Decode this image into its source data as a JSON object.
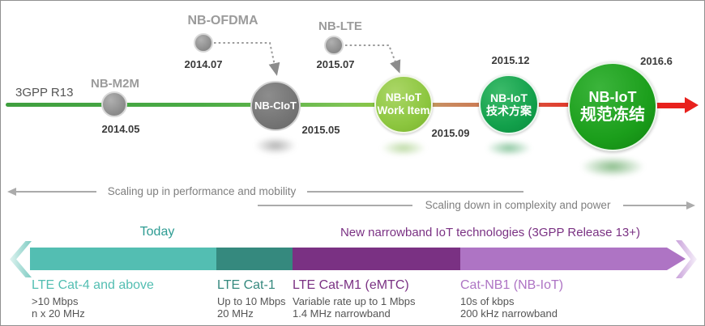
{
  "timeline": {
    "release_label": "3GPP R13",
    "milestones": [
      {
        "id": "nb-m2m",
        "label": "NB-M2M",
        "date": "2014.05",
        "color": "#8a8a8a"
      },
      {
        "id": "nb-ofdma",
        "label": "NB-OFDMA",
        "date": "2014.07",
        "color": "#9b9b9b"
      },
      {
        "id": "nb-ciot",
        "label": "NB-CIoT",
        "date": "2015.05",
        "color": "#737373"
      },
      {
        "id": "nb-lte",
        "label": "NB-LTE",
        "date": "2015.07",
        "color": "#9b9b9b"
      },
      {
        "id": "nb-iot-work-item",
        "line1": "NB-IoT",
        "line2": "Work Item",
        "date": "2015.09",
        "color": "#8cc63f"
      },
      {
        "id": "nb-iot-tech-plan",
        "line1": "NB-IoT",
        "line2": "技术方案",
        "date": "2015.12",
        "color": "#12a04b"
      },
      {
        "id": "nb-iot-spec-freeze",
        "line1": "NB-IoT",
        "line2": "规范冻结",
        "date": "2016.6",
        "color": "#1b9e1b"
      }
    ],
    "axis_colors": {
      "start": "#3f9f3f",
      "mid": "#8cc63f",
      "tan": "#c98b60",
      "end": "#ed1c24"
    }
  },
  "scaling": {
    "up_label": "Scaling up in performance and mobility",
    "down_label": "Scaling down in complexity and power"
  },
  "spectrum": {
    "today_label": "Today",
    "new_label": "New narrowband IoT technologies (3GPP Release 13+)",
    "categories": [
      {
        "name": "LTE Cat-4 and above",
        "lines": [
          ">10 Mbps",
          "n x 20 MHz"
        ],
        "color": "#53beb2"
      },
      {
        "name": "LTE Cat-1",
        "lines": [
          "Up to 10 Mbps",
          "20 MHz"
        ],
        "color": "#35897e"
      },
      {
        "name": "LTE Cat-M1 (eMTC)",
        "lines": [
          "Variable rate up to 1 Mbps",
          "1.4 MHz narrowband"
        ],
        "color": "#7a3183"
      },
      {
        "name": "Cat-NB1 (NB-IoT)",
        "lines": [
          "10s of kbps",
          "200 kHz narrowband"
        ],
        "color": "#ae74c4"
      }
    ]
  }
}
